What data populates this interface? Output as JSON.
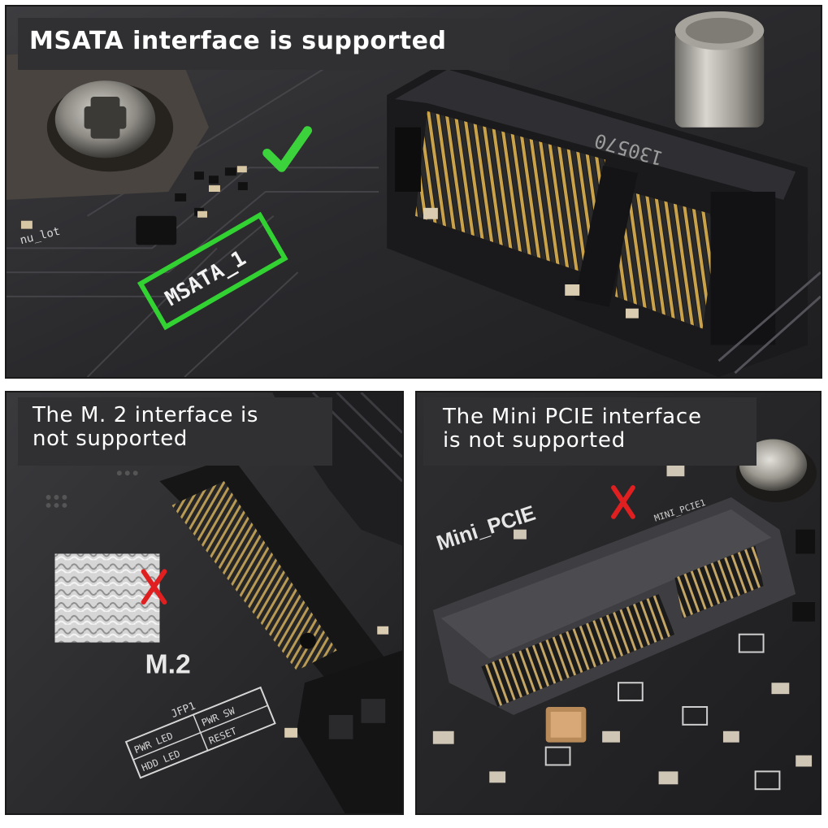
{
  "panels": {
    "msata": {
      "caption": "MSATA interface is supported",
      "board_label": "MSATA_1",
      "chip_marking": "130570",
      "side_label": "nu_lot",
      "status_icon": "checkmark-icon",
      "accent_color": "#3bd23b"
    },
    "m2": {
      "caption_line1": "The M. 2 interface is",
      "caption_line2": "not supported",
      "board_label": "M.2",
      "header_label": "JFP1",
      "header_pins": [
        "PWR LED",
        "PWR SW",
        "HDD LED",
        "RESET"
      ],
      "status_icon": "cross-icon",
      "accent_color": "#e02020"
    },
    "minipcie": {
      "caption_line1": "The Mini PCIE interface",
      "caption_line2": "is not supported",
      "board_label": "Mini_PCIE",
      "slot_label": "MINI_PCIE1",
      "status_icon": "cross-icon",
      "accent_color": "#e02020"
    }
  }
}
